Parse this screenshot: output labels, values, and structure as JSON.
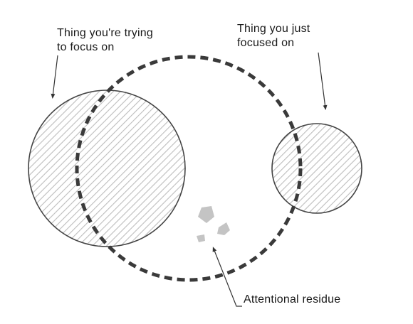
{
  "labels": {
    "trying_to_focus": {
      "line1": "Thing you're trying",
      "line2": "to focus on"
    },
    "just_focused": {
      "line1": "Thing you just",
      "line2": "focused on"
    },
    "residue": "Attentional residue"
  },
  "colors": {
    "stroke": "#333333",
    "hatch": "#bdbdbd",
    "residue": "#c4c4c4",
    "background": "#ffffff"
  }
}
